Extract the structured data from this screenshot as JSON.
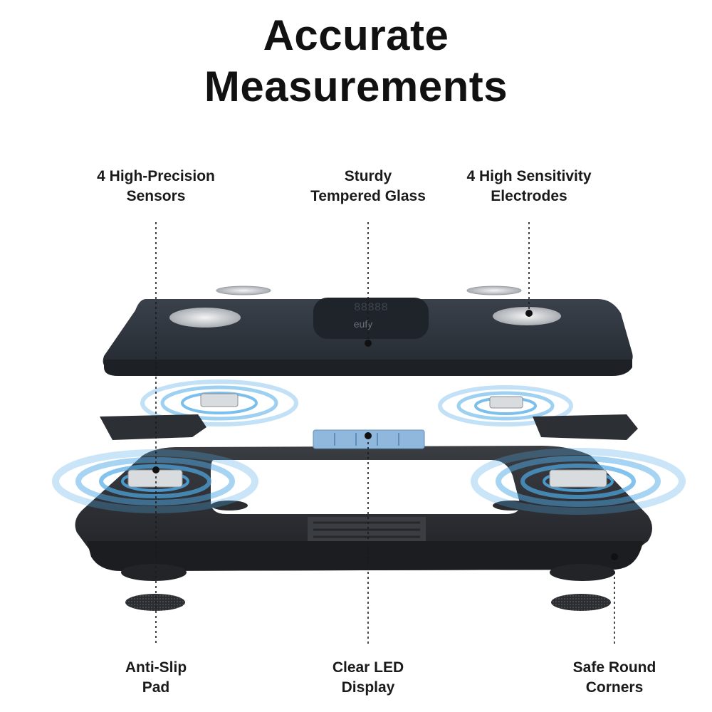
{
  "title": {
    "line1": "Accurate",
    "line2": "Measurements"
  },
  "callouts": {
    "sensors": {
      "line1": "4 High-Precision",
      "line2": "Sensors"
    },
    "glass": {
      "line1": "Sturdy",
      "line2": "Tempered Glass"
    },
    "electrodes": {
      "line1": "4 High Sensitivity",
      "line2": "Electrodes"
    },
    "pad": {
      "line1": "Anti-Slip",
      "line2": "Pad"
    },
    "display": {
      "line1": "Clear LED",
      "line2": "Display"
    },
    "corners": {
      "line1": "Safe Round",
      "line2": "Corners"
    }
  },
  "product": {
    "brand_mark": "eufy",
    "display_digits": "88888"
  },
  "colors": {
    "glass_top": "#2b313a",
    "frame": "#2a2d31",
    "wave": "#4fa9e6",
    "electrode": "#c9ccd0",
    "led_board": "#8fb8dc"
  }
}
